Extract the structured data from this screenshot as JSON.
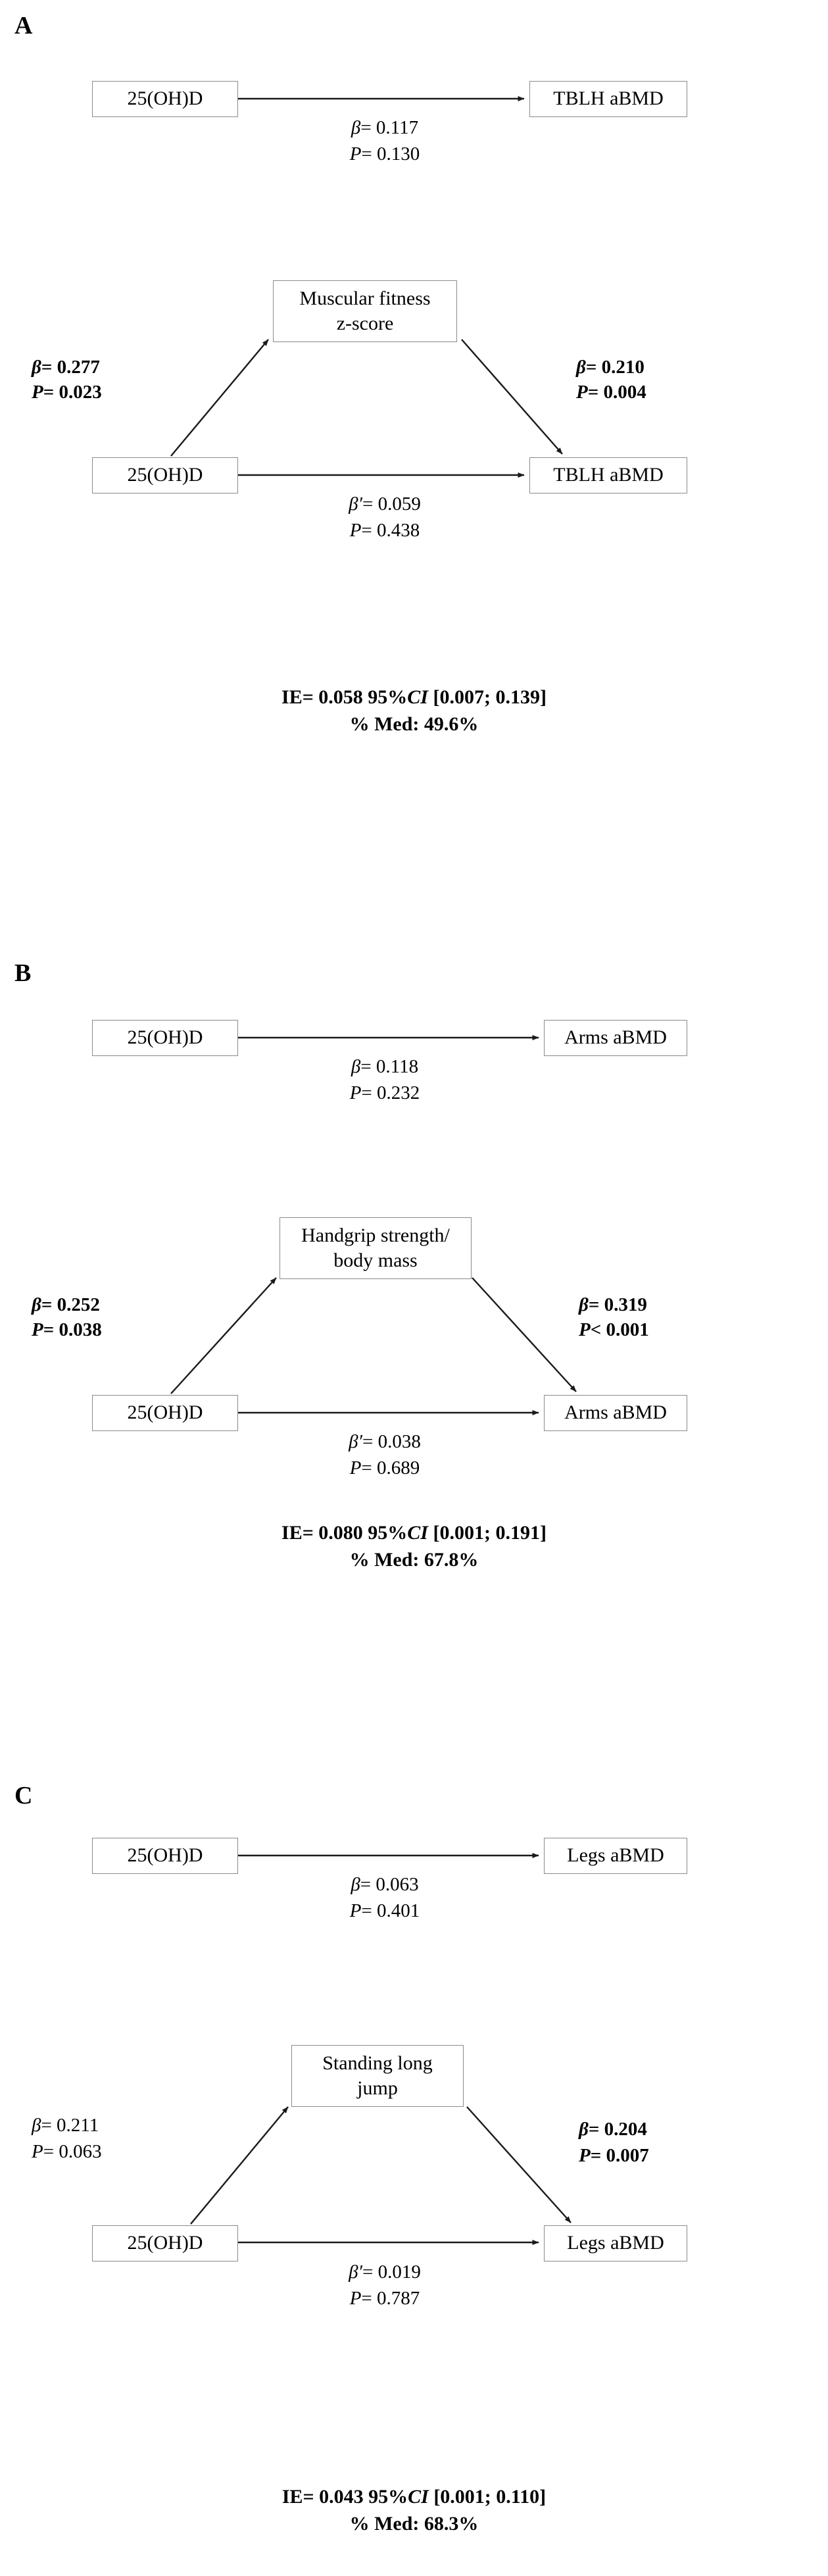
{
  "figure": {
    "type": "mediation-path-diagram",
    "panels": [
      {
        "letter": "A",
        "simple_model": {
          "predictor": "25(OH)D",
          "outcome": "TBLH aBMD",
          "beta_label": "β= 0.117",
          "p_label": "P= 0.130",
          "bold": false
        },
        "mediation_model": {
          "predictor": "25(OH)D",
          "mediator": "Muscular fitness\nz-score",
          "outcome": "TBLH aBMD",
          "a_path": {
            "beta_label": "β= 0.277",
            "p_label": "P= 0.023",
            "bold": true
          },
          "b_path": {
            "beta_label": "β= 0.210",
            "p_label": "P= 0.004",
            "bold": true
          },
          "c_prime_path": {
            "beta_label": "β′= 0.059",
            "p_label": "P= 0.438",
            "bold": false
          }
        },
        "summary": {
          "indirect_effect": "IE= 0.058 95%",
          "ci_italic": "CI",
          "ci_values": " [0.007; 0.139]",
          "percent_mediated": "% Med: 49.6%"
        }
      },
      {
        "letter": "B",
        "simple_model": {
          "predictor": "25(OH)D",
          "outcome": "Arms aBMD",
          "beta_label": "β= 0.118",
          "p_label": "P= 0.232",
          "bold": false
        },
        "mediation_model": {
          "predictor": "25(OH)D",
          "mediator": "Handgrip strength/\nbody mass",
          "outcome": "Arms aBMD",
          "a_path": {
            "beta_label": "β= 0.252",
            "p_label": "P= 0.038",
            "bold": true
          },
          "b_path": {
            "beta_label": "β= 0.319",
            "p_label": "P< 0.001",
            "bold": true
          },
          "c_prime_path": {
            "beta_label": "β′= 0.038",
            "p_label": "P= 0.689",
            "bold": false
          }
        },
        "summary": {
          "indirect_effect": "IE= 0.080 95%",
          "ci_italic": "CI",
          "ci_values": " [0.001; 0.191]",
          "percent_mediated": "% Med: 67.8%"
        }
      },
      {
        "letter": "C",
        "simple_model": {
          "predictor": "25(OH)D",
          "outcome": "Legs aBMD",
          "beta_label": "β= 0.063",
          "p_label": "P= 0.401",
          "bold": false
        },
        "mediation_model": {
          "predictor": "25(OH)D",
          "mediator": "Standing long\njump",
          "outcome": "Legs aBMD",
          "a_path": {
            "beta_label": "β= 0.211",
            "p_label": "P= 0.063",
            "bold": false
          },
          "b_path": {
            "beta_label": "β= 0.204",
            "p_label": "P= 0.007",
            "bold": true
          },
          "c_prime_path": {
            "beta_label": "β′= 0.019",
            "p_label": "P= 0.787",
            "bold": false
          }
        },
        "summary": {
          "indirect_effect": "IE= 0.043 95%",
          "ci_italic": "CI",
          "ci_values": " [0.001; 0.110]",
          "percent_mediated": "% Med: 68.3%"
        }
      }
    ],
    "colors": {
      "box_border": "#8a8a8a",
      "arrow": "#1a1a1a",
      "text": "#000000",
      "background": "#ffffff"
    }
  }
}
